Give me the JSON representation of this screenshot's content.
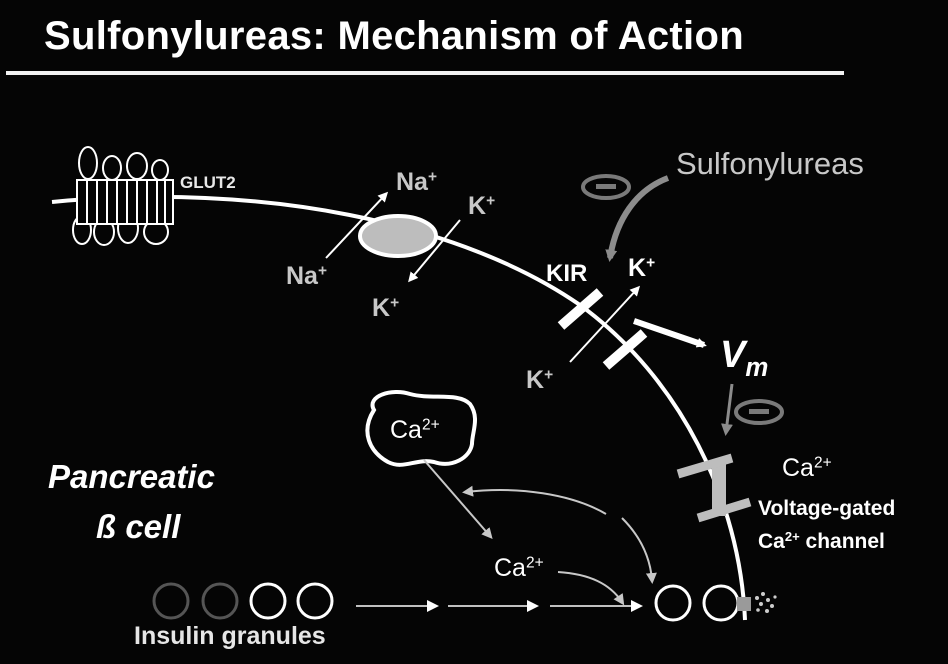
{
  "title": "Sulfonylureas: Mechanism of Action",
  "labels": {
    "glut2": "GLUT2",
    "na_top": "Na",
    "na_bottom": "Na",
    "k_pump_top": "K",
    "k_pump_bottom": "K",
    "plus": "+",
    "sulfonylureas": "Sulfonylureas",
    "kir": "KIR",
    "k_kir_top": "K",
    "k_kir_bottom": "K",
    "vm_main": "V",
    "vm_sub": "m",
    "ca": "Ca",
    "ca_charge": "2+",
    "vgcc_line1": "Voltage-gated",
    "vgcc_line2_pre": "Ca",
    "vgcc_line2_post": " channel",
    "cell_line1": "Pancreatic",
    "cell_line2": "ß cell",
    "insulin_granules": "Insulin granules"
  },
  "colors": {
    "background": "#050505",
    "text": "#ffffff",
    "inhibit_sign": "#7a7a7a",
    "arrow_grey": "#8c8c8c"
  },
  "icons": {
    "inhibition": "minus-sign-icon",
    "transporter": "glut2-transporter-icon",
    "exocytosis": "insulin-release-icon"
  }
}
